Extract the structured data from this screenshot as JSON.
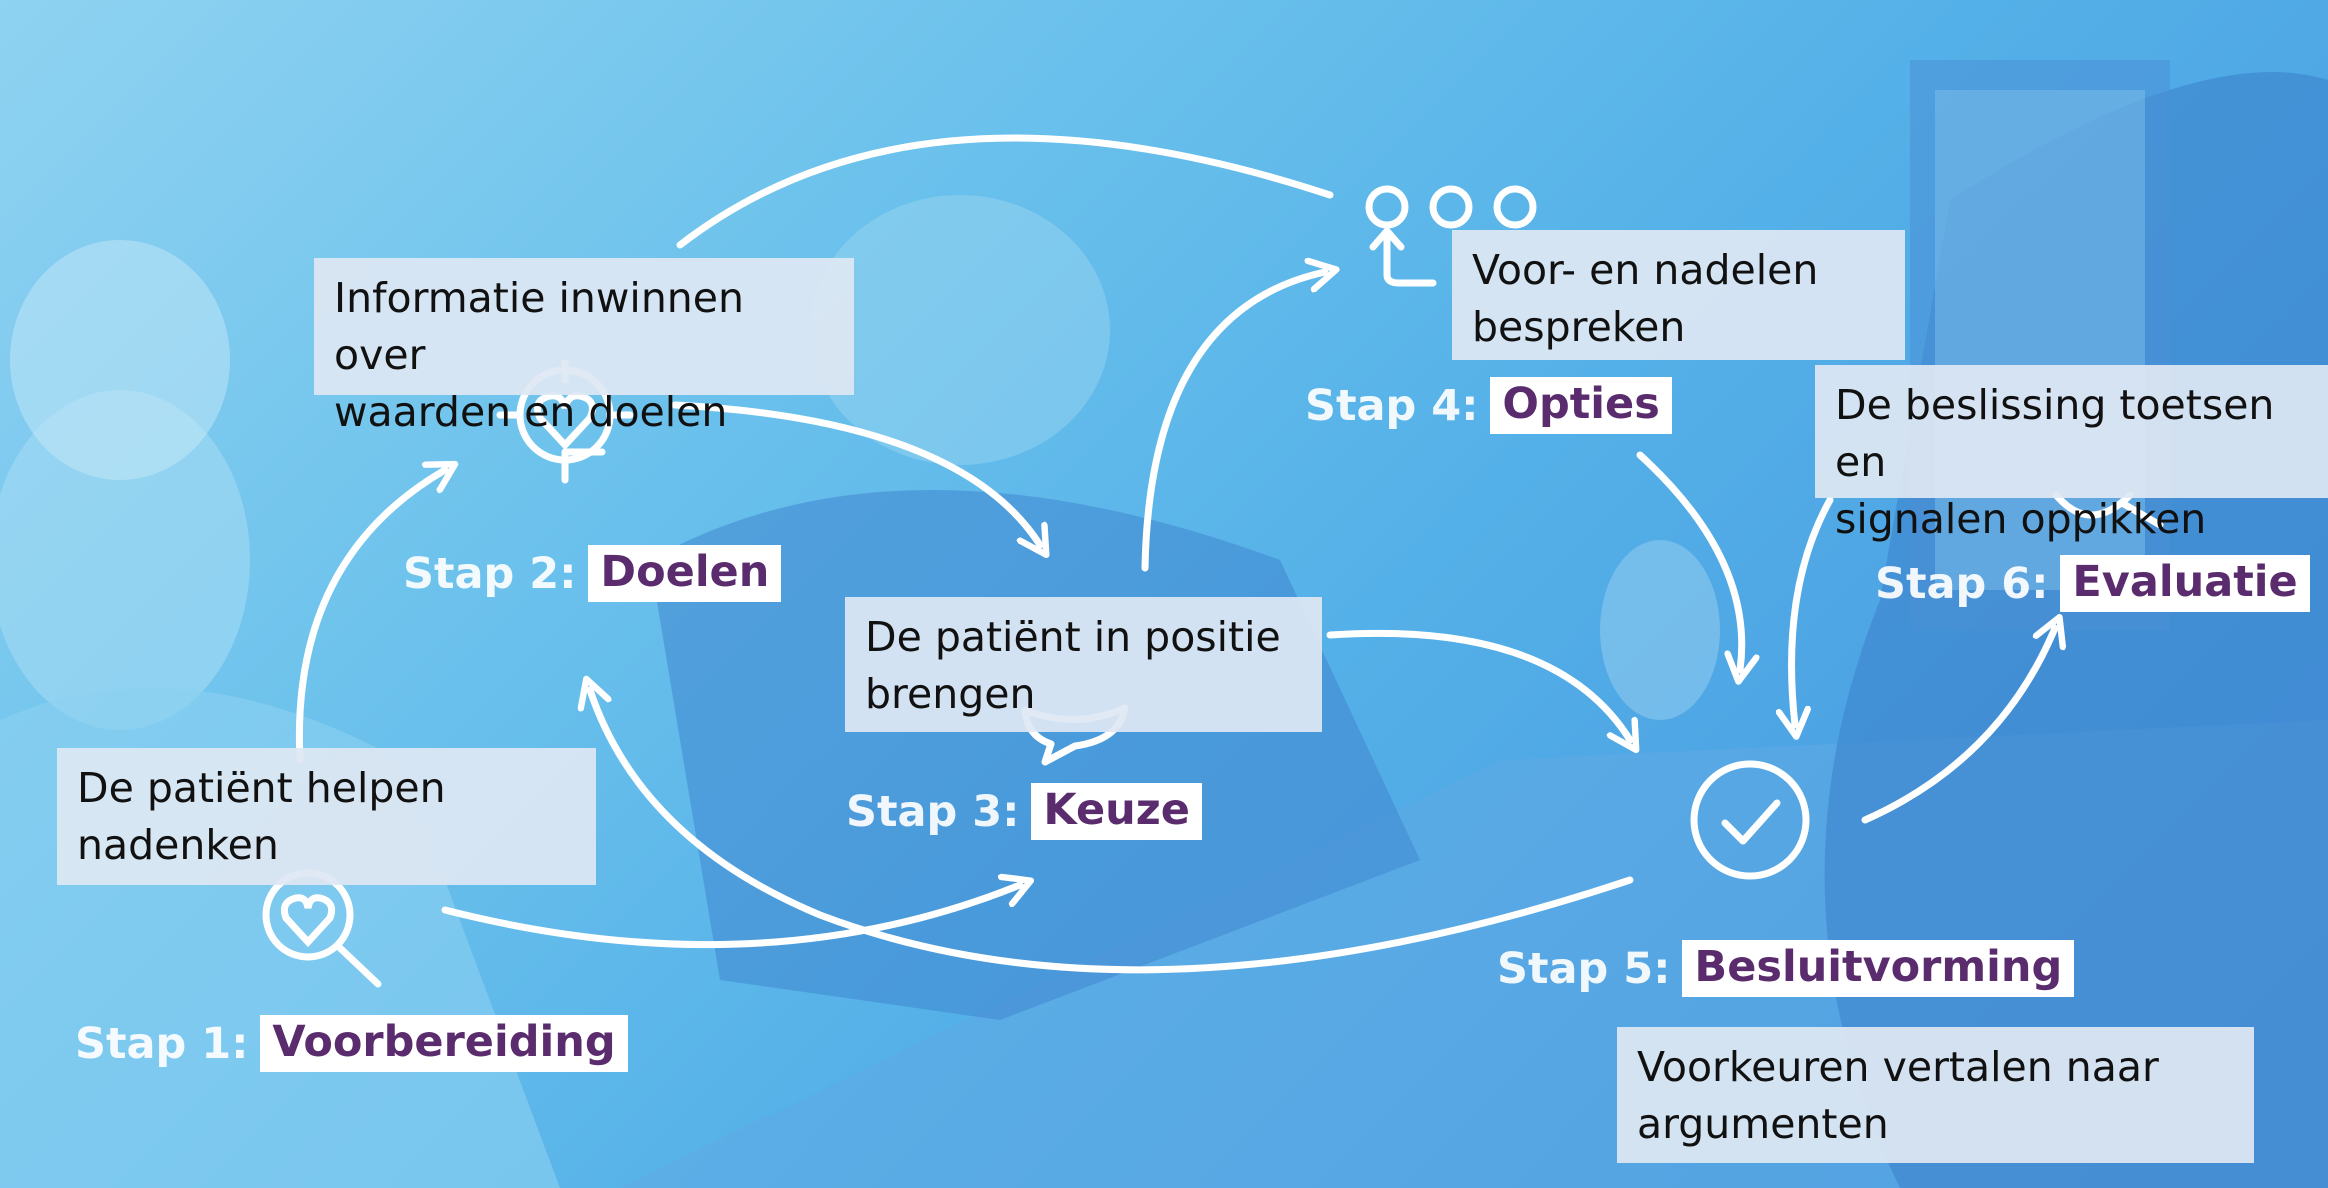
{
  "colors": {
    "background": "#6cc2ec",
    "arrow": "#ffffff",
    "step_name_bg": "#ffffff",
    "step_name_text": "#5a2c6d",
    "note_bg": "#dee7f3"
  },
  "steps": [
    {
      "prefix": "Stap 1:",
      "name": "Voorbereiding",
      "icon": "search-heart-icon"
    },
    {
      "prefix": "Stap 2:",
      "name": "Doelen",
      "icon": "target-heart-icon"
    },
    {
      "prefix": "Stap 3:",
      "name": "Keuze",
      "icon": "speech-bubble-icon"
    },
    {
      "prefix": "Stap 4:",
      "name": "Opties",
      "icon": "options-circles-icon"
    },
    {
      "prefix": "Stap 5:",
      "name": "Besluitvorming",
      "icon": "checkmark-circle-icon"
    },
    {
      "prefix": "Stap 6:",
      "name": "Evaluatie",
      "icon": "magnifier-icon"
    }
  ],
  "notes": [
    {
      "text": "Informatie inwinnen over\nwaarden en doelen"
    },
    {
      "text": "Voor- en nadelen\nbespreken"
    },
    {
      "text": "De beslissing toetsen en\nsignalen oppikken"
    },
    {
      "text": "De patiënt in positie\nbrengen"
    },
    {
      "text": "De patiënt helpen\nnadenken"
    },
    {
      "text": "Voorkeuren vertalen naar\nargumenten"
    }
  ]
}
